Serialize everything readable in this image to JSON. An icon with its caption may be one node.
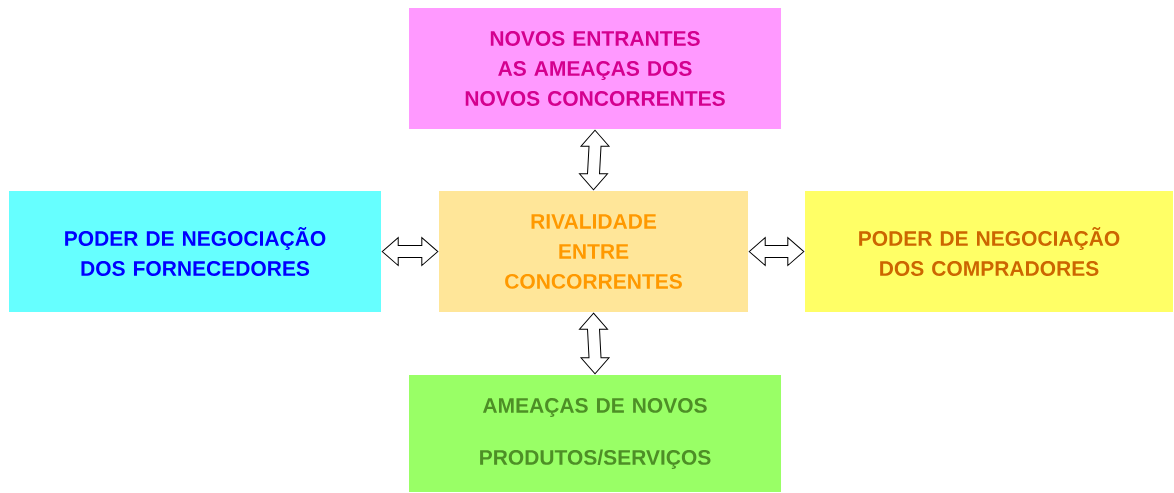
{
  "diagram": {
    "nodes": [
      {
        "text": [
          "NOVOS ENTRANTES",
          "AS AMEAÇAS DOS NOVOS CONCORRENTES"
        ]
      },
      {
        "text": [
          "PODER DE NEGOCIAÇÃO DOS FORNECEDORES"
        ]
      },
      {
        "text": [
          "RIVALIDADE ENTRE CONCORRENTES"
        ]
      },
      {
        "text": [
          "PODER DE NEGOCIAÇÃO DOS COMPRADORES"
        ]
      },
      {
        "text": [
          "AMEAÇAS DE NOVOS PRODUTOS/SERVIÇOS"
        ]
      }
    ],
    "edges": [
      {
        "from": 0,
        "to": 2,
        "arrow": "both"
      },
      {
        "from": 1,
        "to": 2,
        "arrow": "both"
      },
      {
        "from": 2,
        "to": 3,
        "arrow": "both"
      },
      {
        "from": 2,
        "to": 4,
        "arrow": "both"
      }
    ]
  }
}
